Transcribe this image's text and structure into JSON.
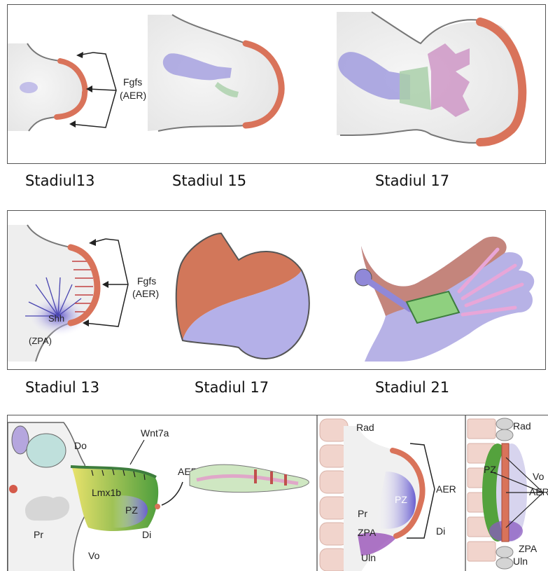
{
  "row1": {
    "fgfs": "Fgfs",
    "aer_paren": "(AER)",
    "captions": [
      "Stadiul13",
      "Stadiul 15",
      "Stadiul 17"
    ]
  },
  "row2": {
    "fgfs": "Fgfs",
    "aer_paren": "(AER)",
    "shh": "Shh",
    "zpa_paren": "(ZPA)",
    "captions": [
      "Stadiul 13",
      "Stadiul 17",
      "Stadiul 21"
    ]
  },
  "row3": {
    "left": {
      "do": "Do",
      "wnt7a": "Wnt7a",
      "lmx1b": "Lmx1b",
      "aer": "AER",
      "pz": "PZ",
      "di": "Di",
      "pr": "Pr",
      "vo": "Vo"
    },
    "mid": {
      "rad": "Rad",
      "pz": "PZ",
      "aer": "AER",
      "pr": "Pr",
      "zpa": "ZPA",
      "di": "Di",
      "uln": "Uln"
    },
    "right": {
      "rad": "Rad",
      "pz": "PZ",
      "vo": "Vo",
      "aer": "AER",
      "zpa": "ZPA",
      "uln": "Uln"
    }
  },
  "colors": {
    "aer": "#d9735a",
    "mesenchyme": "#efefef",
    "cartilage_blue": "#9b96dc",
    "cartilage_green": "#9fc5a5",
    "cartilage_pink": "#c68fbd",
    "zpa_purple": "#7a6ad1",
    "lmx1b_green": "#6fae3d"
  }
}
